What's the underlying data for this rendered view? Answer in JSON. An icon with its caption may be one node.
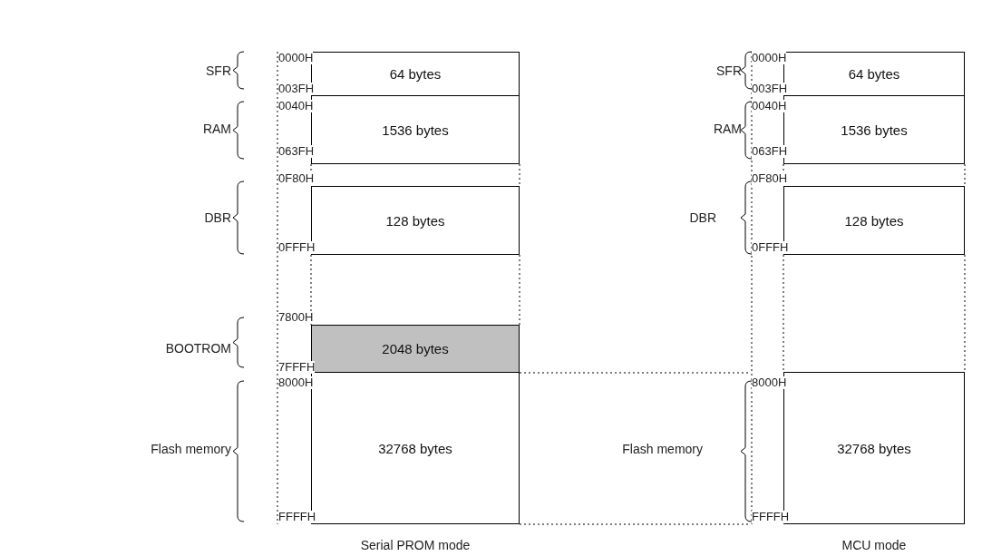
{
  "diagram": {
    "nodes": [
      {
        "text": [
          "64 bytes"
        ]
      },
      {
        "text": [
          "1536 bytes"
        ]
      },
      {
        "text": [
          "128 bytes"
        ]
      },
      {
        "text": [
          "2048 bytes"
        ]
      },
      {
        "text": [
          "32768 bytes"
        ]
      },
      {
        "text": [
          "64 bytes"
        ]
      },
      {
        "text": [
          "1536 bytes"
        ]
      },
      {
        "text": [
          "128 bytes"
        ]
      },
      {
        "text": [
          "32768 bytes"
        ]
      }
    ],
    "edges": [],
    "labels": [
      "0000H",
      "SFR",
      "003FH",
      "0040H",
      "RAM",
      "063FH",
      "0F80H",
      "DBR",
      "0FFFH",
      "7800H",
      "BOOTROM",
      "7FFFH",
      "8000H",
      "Flash memory",
      "FFFFH",
      "Serial PROM mode",
      "0000H",
      "SFR",
      "003FH",
      "0040H",
      "RAM",
      "063FH",
      "0F80H",
      "DBR",
      "0FFFH",
      "8000H",
      "Flash memory",
      "FFFFH",
      "MCU mode"
    ]
  }
}
